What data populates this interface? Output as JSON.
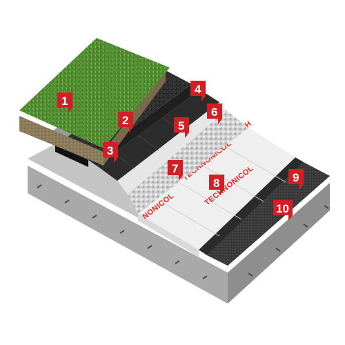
{
  "brand": {
    "text_1": "TECHNONICOL",
    "text_2": "TECHNONICOL",
    "text_3": "NONICOL",
    "text_4": "TECH",
    "color": "#e2231a"
  },
  "markers": [
    {
      "number": "1"
    },
    {
      "number": "2"
    },
    {
      "number": "3"
    },
    {
      "number": "4"
    },
    {
      "number": "5"
    },
    {
      "number": "6"
    },
    {
      "number": "7"
    },
    {
      "number": "8"
    },
    {
      "number": "9"
    },
    {
      "number": "10"
    }
  ],
  "colors": {
    "marker": "#d21f26",
    "grass": "#5b8f3a",
    "soil": "#8a7a5e",
    "concrete": "#b9b9b9",
    "insulation": "#ececec",
    "membrane": "#2a2a2a",
    "gravel": "#d8d8d8"
  }
}
